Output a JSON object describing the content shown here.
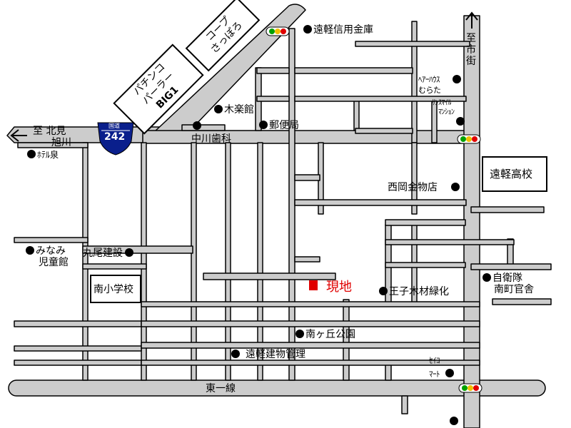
{
  "route_shield": {
    "top_text": "国道",
    "number": "242"
  },
  "directions": {
    "north_arrow": "↑",
    "north_label": "至市街",
    "west_arrow": "←",
    "west_label_line1": "至 北見",
    "west_label_line2": "旭川"
  },
  "roads": {
    "nakagawa": "中川歯科",
    "higashi_ichi": "東一線"
  },
  "labels": {
    "genchi": "現地",
    "engaru_shinyo": "遠軽信用金庫",
    "mokuraku": "木楽館",
    "yubinkyoku": "郵便局",
    "hotel_izumi": "ﾎﾃﾙ泉",
    "minami_line1": "みなみ",
    "minami_line2": "児童館",
    "maruo": "丸尾建設",
    "nishioka": "西岡金物店",
    "oji": "王子木材緑化",
    "minamigaoka": "南ヶ丘公園",
    "engaru_tatemono": "遠軽建物管理",
    "hair_line1": "ﾍｱｰﾊｳｽ",
    "hair_line2": "むらた",
    "sunsmile_line1": "ｻﾝｽﾏｲﾙ",
    "sunsmile_line2": "ﾏﾝｼｮﾝ",
    "jieitai_line1": "自衛隊",
    "jieitai_line2": "南町官舎",
    "seico_line1": "ｾｲｺｰ",
    "seico_line2": "ﾏｰﾄ"
  },
  "boxed": {
    "engaru_koko": "遠軽高校",
    "minami_shogakko": "南小学校",
    "coop_line1": "コープ",
    "coop_line2": "さっぽろ",
    "pachinko_line1": "パチンコ",
    "pachinko_line2": "パーラー",
    "pachinko_line3": "BIG1"
  },
  "colors": {
    "road": "#cccccc",
    "outline": "#000000",
    "site_marker": "#e00000",
    "signal_red": "#e00000",
    "signal_yellow": "#f0c000",
    "signal_green": "#00a000",
    "shield": "#0a1f8c"
  }
}
